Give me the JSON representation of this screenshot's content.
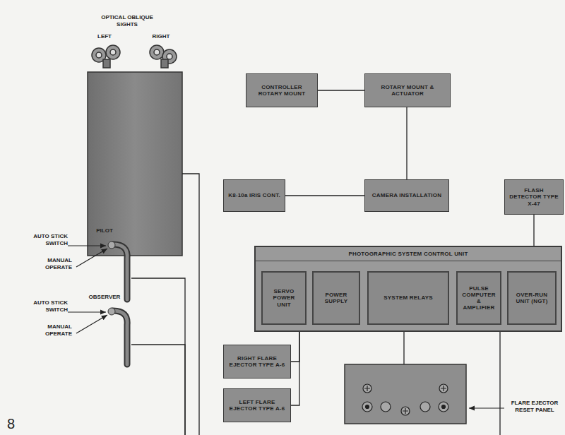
{
  "diagram": {
    "nodes": [
      {
        "text": [
          "CONTROLLER ROTARY MOUNT"
        ]
      },
      {
        "text": [
          "ROTARY MOUNT & ACTUATOR"
        ]
      },
      {
        "text": [
          "K8-10a IRIS CONT."
        ]
      },
      {
        "text": [
          "CAMERA INSTALLATION"
        ]
      },
      {
        "text": [
          "FLASH DETECTOR TYPE X-47"
        ]
      },
      {
        "text": [
          "PHOTOGRAPHIC SYSTEM CONTROL UNIT"
        ]
      },
      {
        "text": [
          "SERVO POWER UNIT"
        ],
        "in": 5
      },
      {
        "text": [
          "POWER SUPPLY"
        ],
        "in": 5
      },
      {
        "text": [
          "SYSTEM RELAYS"
        ],
        "in": 5
      },
      {
        "text": [
          "PULSE COMPUTER & AMPLIFIER"
        ],
        "in": 5
      },
      {
        "text": [
          "OVER-RUN UNIT (NGT)"
        ],
        "in": 5
      },
      {
        "text": [
          "RIGHT FLARE EJECTOR TYPE A-6"
        ]
      },
      {
        "text": [
          "LEFT FLARE EJECTOR TYPE A-6"
        ]
      }
    ],
    "edges": [
      {
        "from": 0,
        "to": 1,
        "arrow": "none"
      },
      {
        "from": 1,
        "to": 3,
        "arrow": "none"
      },
      {
        "from": 2,
        "to": 3,
        "arrow": "none"
      },
      {
        "from": 4,
        "to": 5,
        "arrow": "none"
      },
      {
        "from": 5,
        "to": 11,
        "arrow": "none"
      },
      {
        "from": 5,
        "to": 12,
        "arrow": "none"
      }
    ],
    "labels": [
      "OPTICAL OBLIQUE SIGHTS",
      "LEFT",
      "RIGHT",
      "AUTO STICK SWITCH",
      "PILOT",
      "MANUAL OPERATE",
      "AUTO STICK SWITCH",
      "OBSERVER",
      "MANUAL OPERATE",
      "8",
      "FLARE EJECTOR RESET PANEL"
    ]
  }
}
